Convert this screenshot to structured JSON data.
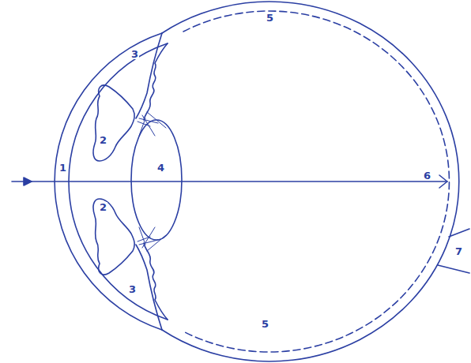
{
  "diagram": {
    "labels": [
      "1",
      "2",
      "2",
      "3",
      "3",
      "4",
      "5",
      "5",
      "6",
      "7"
    ]
  }
}
